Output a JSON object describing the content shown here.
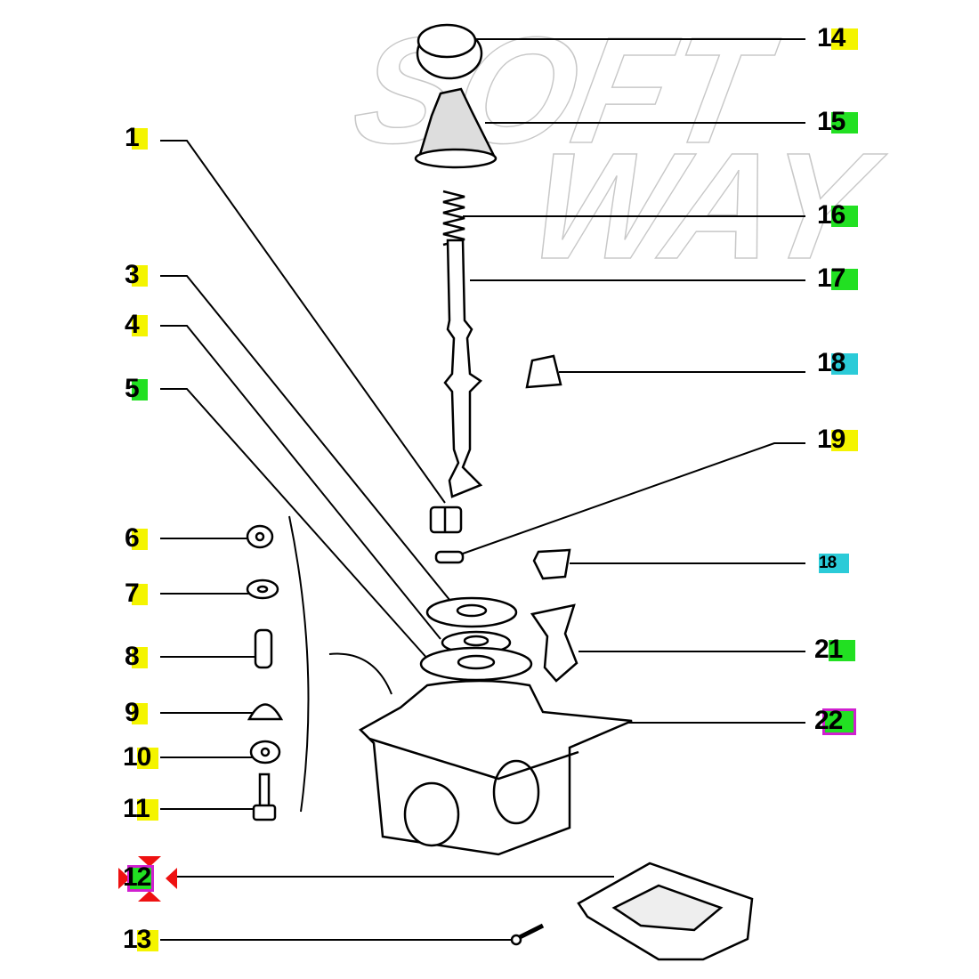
{
  "watermark": "SOFT WAY",
  "colors": {
    "yellow": "#f4f400",
    "green": "#22e022",
    "cyan": "#2bcbd8",
    "magenta": "#d020d0",
    "red": "#ee1111"
  },
  "callouts": [
    {
      "id": "1",
      "label": "1",
      "highlight": "yellow"
    },
    {
      "id": "3",
      "label": "3",
      "highlight": "yellow"
    },
    {
      "id": "4",
      "label": "4",
      "highlight": "yellow"
    },
    {
      "id": "5",
      "label": "5",
      "highlight": "green"
    },
    {
      "id": "6",
      "label": "6",
      "highlight": "yellow"
    },
    {
      "id": "7",
      "label": "7",
      "highlight": "yellow"
    },
    {
      "id": "8",
      "label": "8",
      "highlight": "yellow"
    },
    {
      "id": "9",
      "label": "9",
      "highlight": "yellow"
    },
    {
      "id": "10",
      "label": "10",
      "highlight": "yellow"
    },
    {
      "id": "11",
      "label": "11",
      "highlight": "yellow"
    },
    {
      "id": "12",
      "label": "12",
      "highlight": "green",
      "selected": true
    },
    {
      "id": "13",
      "label": "13",
      "highlight": "yellow"
    },
    {
      "id": "14",
      "label": "14",
      "highlight": "yellow"
    },
    {
      "id": "15",
      "label": "15",
      "highlight": "green"
    },
    {
      "id": "16",
      "label": "16",
      "highlight": "green"
    },
    {
      "id": "17",
      "label": "17",
      "highlight": "green"
    },
    {
      "id": "18a",
      "label": "18",
      "highlight": "cyan"
    },
    {
      "id": "19",
      "label": "19",
      "highlight": "yellow"
    },
    {
      "id": "18b",
      "label": "18",
      "highlight": "cyan"
    },
    {
      "id": "21",
      "label": "21",
      "highlight": "green"
    },
    {
      "id": "22",
      "label": "22",
      "highlight": "green",
      "selected": true
    }
  ]
}
